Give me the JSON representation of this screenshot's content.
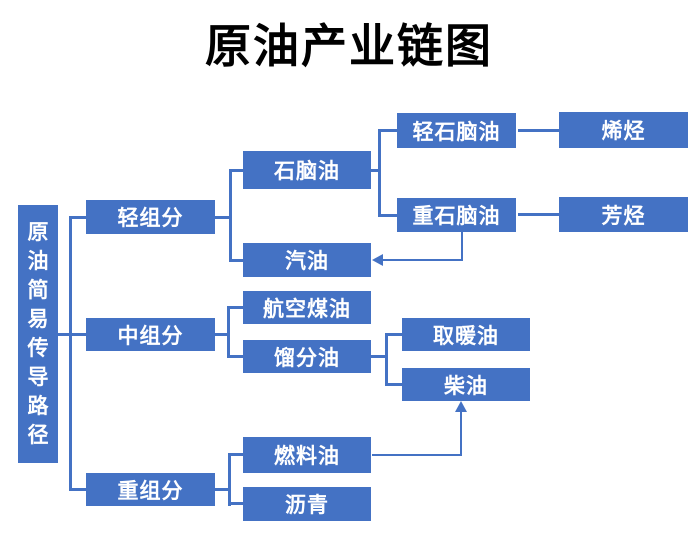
{
  "title": "原油产业链图",
  "colors": {
    "accent": "#4472C4",
    "node_text": "#ffffff",
    "title": "#000000"
  },
  "nodes": {
    "source": "原油简易传导路径",
    "light_fraction": "轻组分",
    "middle_fraction": "中组分",
    "heavy_fraction": "重组分",
    "naphtha": "石脑油",
    "gasoline": "汽油",
    "jet_kerosene": "航空煤油",
    "distillate": "馏分油",
    "fuel_oil": "燃料油",
    "asphalt": "沥青",
    "light_naphtha": "轻石脑油",
    "heavy_naphtha": "重石脑油",
    "heating_oil": "取暖油",
    "diesel": "柴油",
    "olefins": "烯烃",
    "aromatics": "芳烃"
  },
  "edges": [
    {
      "from": "source",
      "to": "light_fraction"
    },
    {
      "from": "source",
      "to": "middle_fraction"
    },
    {
      "from": "source",
      "to": "heavy_fraction"
    },
    {
      "from": "light_fraction",
      "to": "naphtha"
    },
    {
      "from": "light_fraction",
      "to": "gasoline"
    },
    {
      "from": "naphtha",
      "to": "light_naphtha"
    },
    {
      "from": "naphtha",
      "to": "heavy_naphtha"
    },
    {
      "from": "light_naphtha",
      "to": "olefins"
    },
    {
      "from": "heavy_naphtha",
      "to": "aromatics"
    },
    {
      "from": "heavy_naphtha",
      "to": "gasoline",
      "arrow": true
    },
    {
      "from": "middle_fraction",
      "to": "jet_kerosene"
    },
    {
      "from": "middle_fraction",
      "to": "distillate"
    },
    {
      "from": "distillate",
      "to": "heating_oil"
    },
    {
      "from": "distillate",
      "to": "diesel"
    },
    {
      "from": "heavy_fraction",
      "to": "fuel_oil"
    },
    {
      "from": "heavy_fraction",
      "to": "asphalt"
    },
    {
      "from": "fuel_oil",
      "to": "diesel",
      "arrow": true
    }
  ]
}
